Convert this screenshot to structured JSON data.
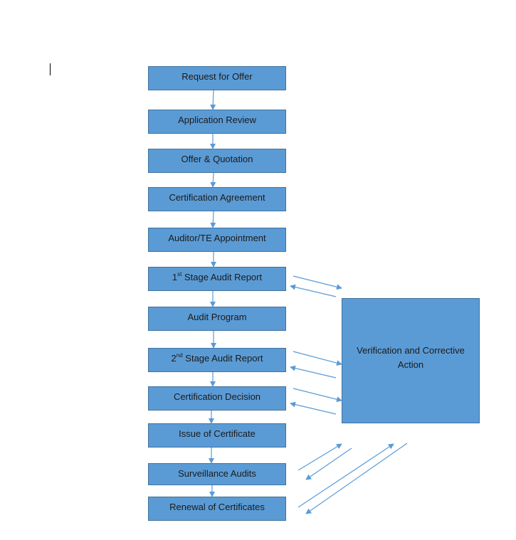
{
  "steps": {
    "request_for_offer": "Request for Offer",
    "application_review": "Application Review",
    "offer_quotation": "Offer & Quotation",
    "certification_agreement": "Certification Agreement",
    "auditor_appointment": "Auditor/TE Appointment",
    "stage1_prefix": "1",
    "stage1_sup": "st",
    "stage1_rest": " Stage Audit Report",
    "audit_program": "Audit Program",
    "stage2_prefix": "2",
    "stage2_sup": "nd",
    "stage2_rest": " Stage Audit Report",
    "certification_decision": "Certification Decision",
    "issue_certificate": "Issue of Certificate",
    "surveillance_audits": "Surveillance Audits",
    "renewal_certificates": "Renewal of Certificates"
  },
  "side_box": {
    "line1": "Verification and Corrective",
    "line2": "Action"
  },
  "colors": {
    "box_fill": "#5b9bd5",
    "box_border": "#41719c",
    "arrow": "#5b9bd5"
  }
}
